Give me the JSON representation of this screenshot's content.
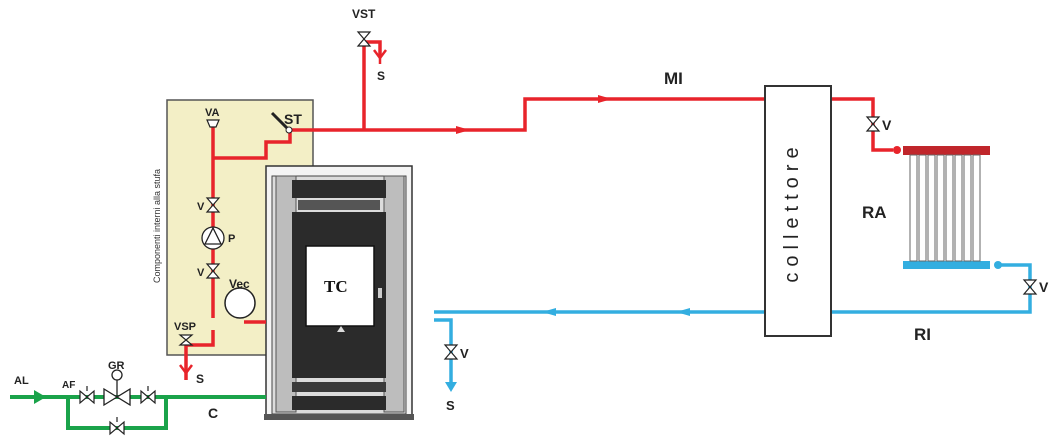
{
  "colors": {
    "supply": "#e8242b",
    "return": "#33aee0",
    "cold": "#1aa34a",
    "panel": "#f3efc6",
    "panel_border": "#555555"
  },
  "labels": {
    "vst": "VST",
    "s_top": "S",
    "mi": "MI",
    "va": "VA",
    "st": "ST",
    "v_upper": "V",
    "p": "P",
    "v_lower": "V",
    "vec": "Vec",
    "vsp": "VSP",
    "s_left": "S",
    "gr": "GR",
    "al": "AL",
    "af": "AF",
    "c": "C",
    "tc": "TC",
    "v_drain": "V",
    "s_bottom": "S",
    "collettore": "collettore",
    "v_rad_top": "V",
    "ra": "RA",
    "v_rad_right": "V",
    "ri": "RI",
    "panel_title": "Componenti interni alla stufa"
  }
}
